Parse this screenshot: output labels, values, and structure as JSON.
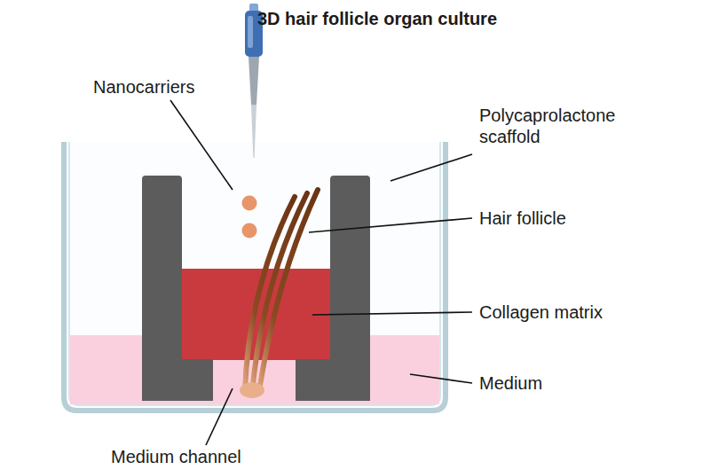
{
  "diagram": {
    "title": "3D hair follicle organ culture",
    "labels": [
      "Nanocarriers",
      "Polycaprolactone scaffold",
      "Hair follicle",
      "Collagen matrix",
      "Medium",
      "Medium channel"
    ]
  }
}
